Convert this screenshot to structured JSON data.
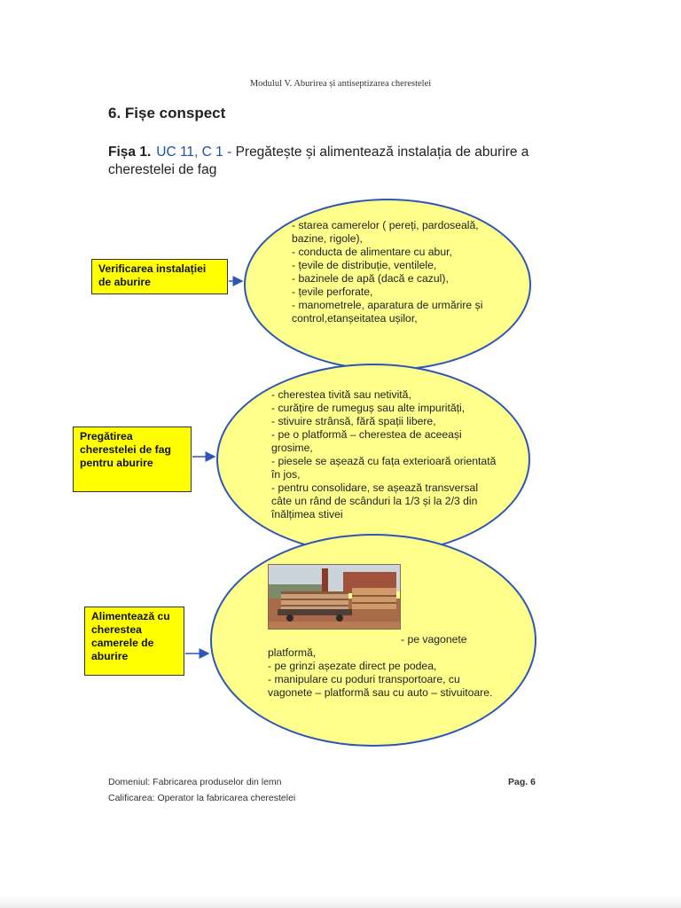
{
  "header": {
    "module_title": "Modulul V.  Aburirea și antiseptizarea cherestelei"
  },
  "section_title": "6. Fișe conspect",
  "fisa": {
    "label": "Fișa 1.",
    "code": "UC 11, C 1 -",
    "title": "Pregătește și alimentează instalația de aburire a cherestelei de fag"
  },
  "blocks": [
    {
      "box_label": "Verificarea instalației de aburire",
      "ellipse_text": "- starea camerelor ( pereți, pardoseală, bazine, rigole),\n- conducta de alimentare cu abur,\n- țevile de distribuție, ventilele,\n- bazinele de apă (dacă e cazul),\n- țevile perforate,\n- manometrele, aparatura de urmărire și control,etanșeitatea ușilor,"
    },
    {
      "box_label": "Pregătirea cherestelei de fag pentru aburire",
      "ellipse_text": "- cherestea tivită sau netivită,\n- curățire de rumeguș sau alte impurități,\n- stivuire strânsă, fără spații libere,\n- pe o platformă – cherestea de aceeași grosime,\n- piesele se așează cu fața exterioară orientată în jos,\n- pentru consolidare, se așează transversal câte un rând de scânduri la 1/3 și la 2/3 din înălțimea stivei"
    },
    {
      "box_label": "Alimentează cu cherestea camerele de aburire",
      "ellipse_text_after_photo": "- pe vagonete",
      "ellipse_text": "platformă,\n- pe grinzi așezate direct pe podea,\n- manipulare cu poduri transportoare, cu vagonete – platformă sau cu auto – stivuitoare."
    }
  ],
  "footer": {
    "domain": "Domeniul: Fabricarea produselor din lemn",
    "qualification": "Calificarea: Operator la fabricarea cherestelei",
    "page": "Pag. 6"
  },
  "colors": {
    "ellipse_fill": "#ffff8c",
    "ellipse_border": "#2c56b8",
    "box_fill": "#ffff00",
    "code_text": "#1f4e9e"
  }
}
